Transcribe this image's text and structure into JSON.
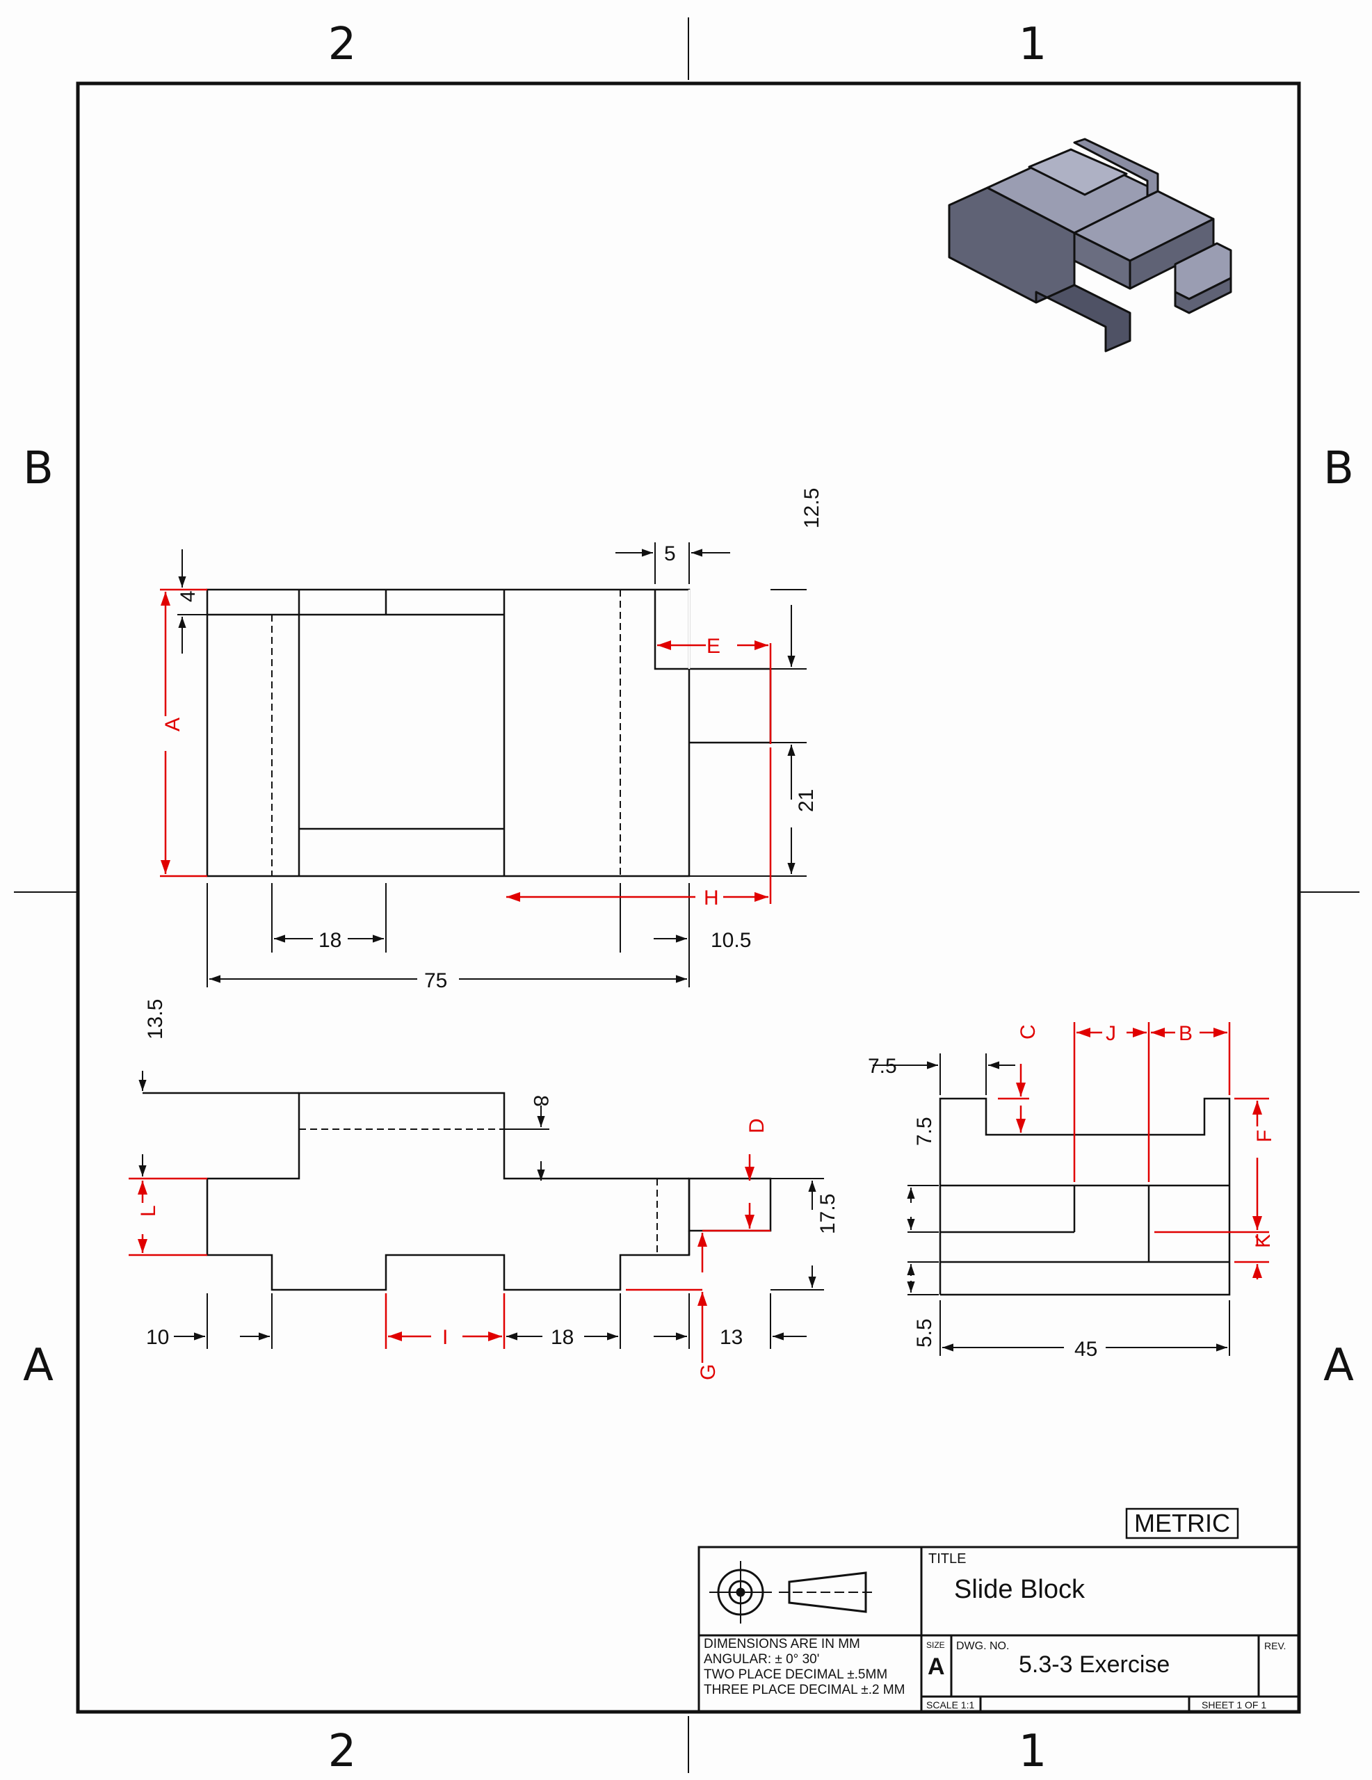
{
  "sheet": {
    "zones_top": [
      "2",
      "1"
    ],
    "zones_bottom": [
      "2",
      "1"
    ],
    "zones_side": [
      "B",
      "A"
    ]
  },
  "front_view": {
    "dims": {
      "d4": "4",
      "d5": "5",
      "d12_5": "12.5",
      "d21": "21",
      "d18": "18",
      "d10_5": "10.5",
      "d75": "75"
    },
    "letters": {
      "A": "A",
      "E": "E",
      "H": "H"
    }
  },
  "bottom_view": {
    "dims": {
      "d13_5": "13.5",
      "d8": "8",
      "d17_5": "17.5",
      "d10": "10",
      "d18": "18",
      "d13": "13"
    },
    "letters": {
      "L": "L",
      "D": "D",
      "I": "I",
      "G": "G"
    }
  },
  "side_view": {
    "dims": {
      "d7_5a": "7.5",
      "d7_5b": "7.5",
      "d5_5": "5.5",
      "d45": "45"
    },
    "letters": {
      "C": "C",
      "J": "J",
      "B": "B",
      "F": "F",
      "K": "K"
    }
  },
  "metric_label": "METRIC",
  "title_block": {
    "title_label": "TITLE",
    "title": "Slide Block",
    "notes": [
      "DIMENSIONS ARE IN MM",
      "ANGULAR: ± 0° 30'",
      "TWO PLACE DECIMAL    ±.5MM",
      "THREE PLACE DECIMAL  ±.2 MM"
    ],
    "size_label": "SIZE",
    "size": "A",
    "dwg_no_label": "DWG. NO.",
    "dwg_no": "5.3-3 Exercise",
    "rev_label": "REV.",
    "scale": "SCALE 1:1",
    "sheet": "SHEET 1 OF 1"
  },
  "colors": {
    "line": "#111111",
    "callout": "#e00000",
    "iso_top": "#9a9db2",
    "iso_side": "#5f6275"
  }
}
